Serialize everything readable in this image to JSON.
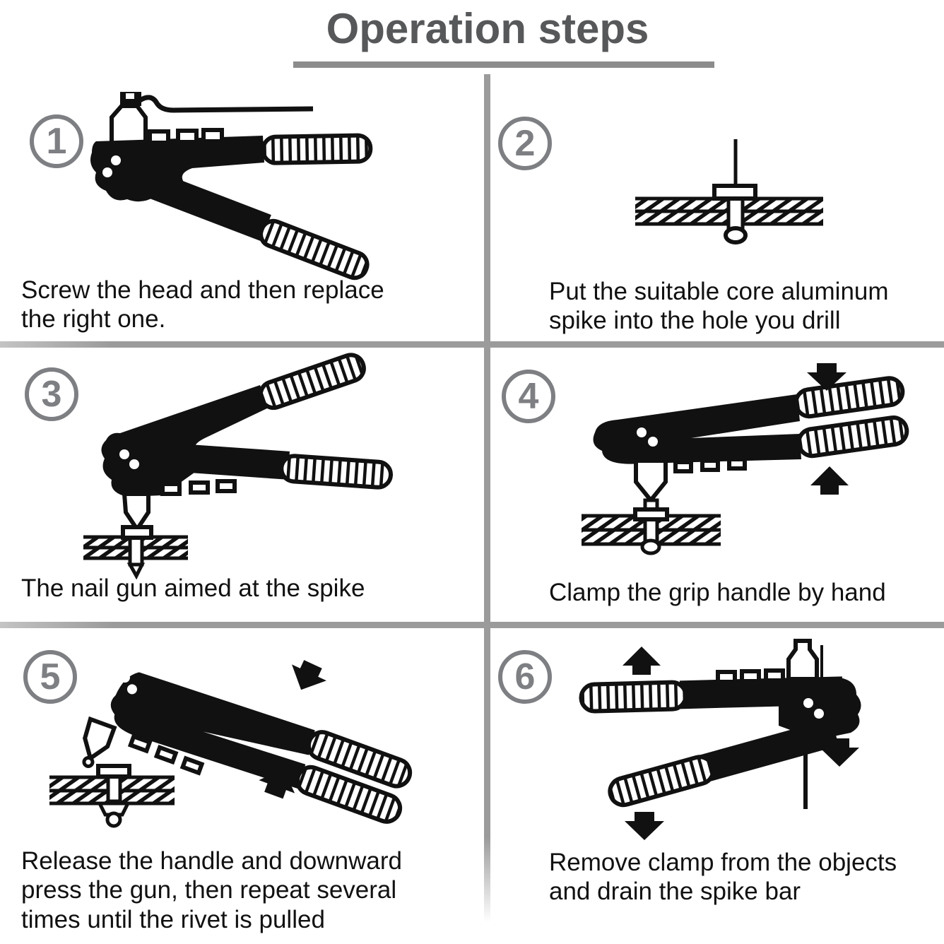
{
  "title": "Operation steps",
  "steps": [
    {
      "number": "1",
      "illustration": "riveter-open-nozzle-up-with-wrench",
      "caption": "Screw the head and then replace\nthe right one."
    },
    {
      "number": "2",
      "illustration": "rivet-inserted-in-drilled-plate",
      "caption": "Put the suitable core aluminum\nspike into the hole you drill"
    },
    {
      "number": "3",
      "illustration": "riveter-open-nozzle-down-on-rivet",
      "caption": "The nail gun aimed at the spike"
    },
    {
      "number": "4",
      "illustration": "riveter-handles-squeezed-on-rivet",
      "caption": "Clamp the grip handle by hand"
    },
    {
      "number": "5",
      "illustration": "riveter-released-above-set-rivet",
      "caption": "Release the handle and downward\npress the gun, then repeat several\ntimes until the rivet is pulled"
    },
    {
      "number": "6",
      "illustration": "riveter-tilted-back-spike-dropping",
      "caption": "Remove clamp from the objects\nand drain the spike bar"
    }
  ],
  "colors": {
    "title": "#57585a",
    "caption": "#111111",
    "step_circle": "#7d7f82",
    "divider": "#9b9b9b",
    "artwork": "#111111",
    "background": "#ffffff"
  }
}
